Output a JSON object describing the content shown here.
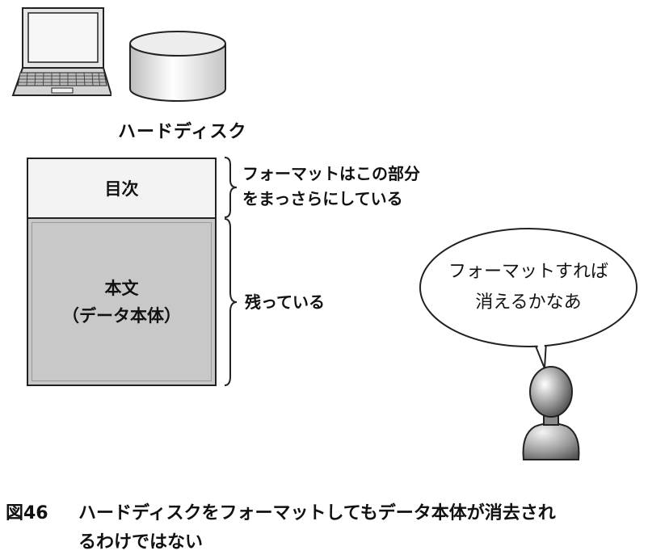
{
  "hard_disk": {
    "label": "ハードディスク"
  },
  "disk_structure": {
    "toc_label": "目次",
    "body_label_line1": "本文",
    "body_label_line2": "（データ本体）"
  },
  "annotations": {
    "format_note_line1": "フォーマットはこの部分",
    "format_note_line2": "をまっさらにしている",
    "remains_note": "残っている"
  },
  "speech_bubble": {
    "line1": "フォーマットすれば",
    "line2": "消えるかなあ"
  },
  "caption": {
    "figure_number": "図46",
    "text_line1": "ハードディスクをフォーマットしてもデータ本体が消去され",
    "text_line2": "るわけではない"
  }
}
